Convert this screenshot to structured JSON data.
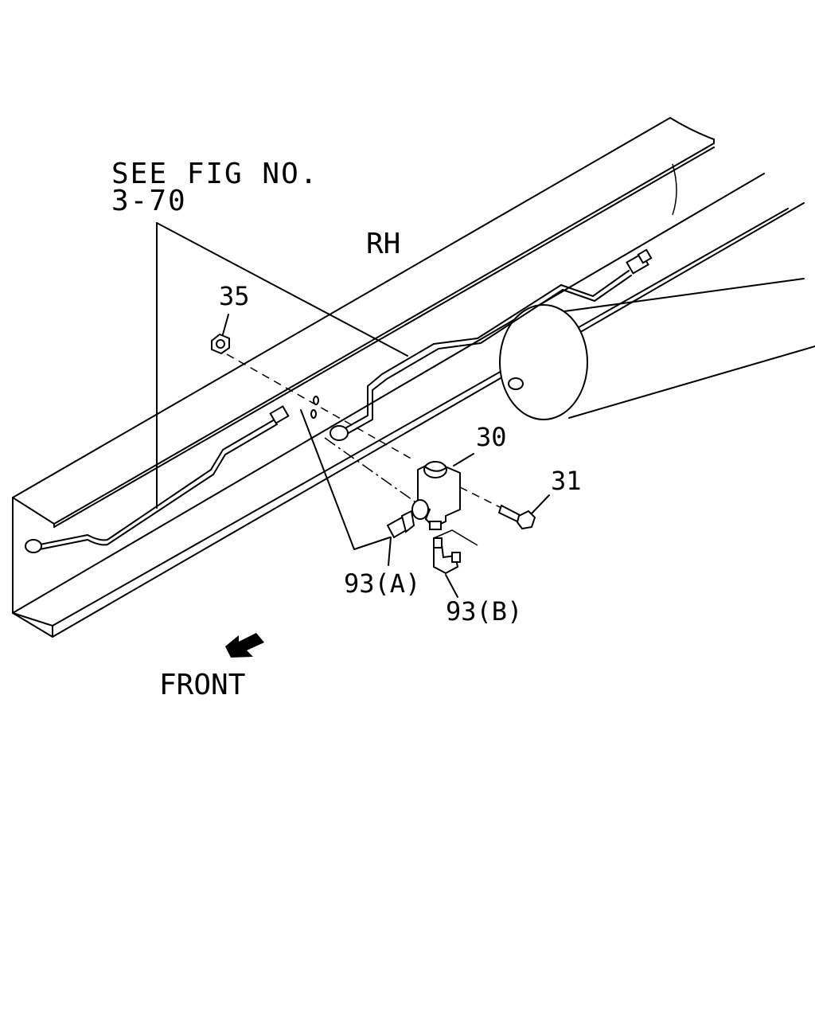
{
  "labels": {
    "see_fig_line1": "SEE FIG NO.",
    "see_fig_line2": "3-70",
    "side": "RH",
    "front": "FRONT",
    "part_35": "35",
    "part_30": "30",
    "part_31": "31",
    "part_93a": "93(A)",
    "part_93b": "93(B)"
  },
  "colors": {
    "line": "#000000",
    "background": "#ffffff"
  }
}
